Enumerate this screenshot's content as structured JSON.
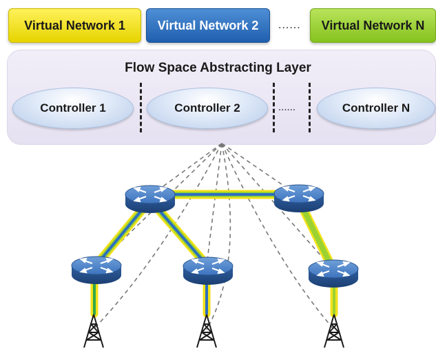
{
  "virtual_networks": [
    {
      "label": "Virtual Network 1",
      "color": "#f2e21a"
    },
    {
      "label": "Virtual Network 2",
      "color": "#2d6fc0"
    },
    {
      "label": "Virtual Network N",
      "color": "#9bd232"
    }
  ],
  "vn_ellipsis": "......",
  "layer_title": "Flow Space Abstracting Layer",
  "controllers": [
    {
      "label": "Controller 1"
    },
    {
      "label": "Controller 2"
    },
    {
      "label": "Controller N"
    }
  ],
  "controller_ellipsis": "......",
  "link_colors": {
    "yellow": "#f2e21a",
    "blue": "#2d6fc0",
    "green": "#9bd232"
  }
}
